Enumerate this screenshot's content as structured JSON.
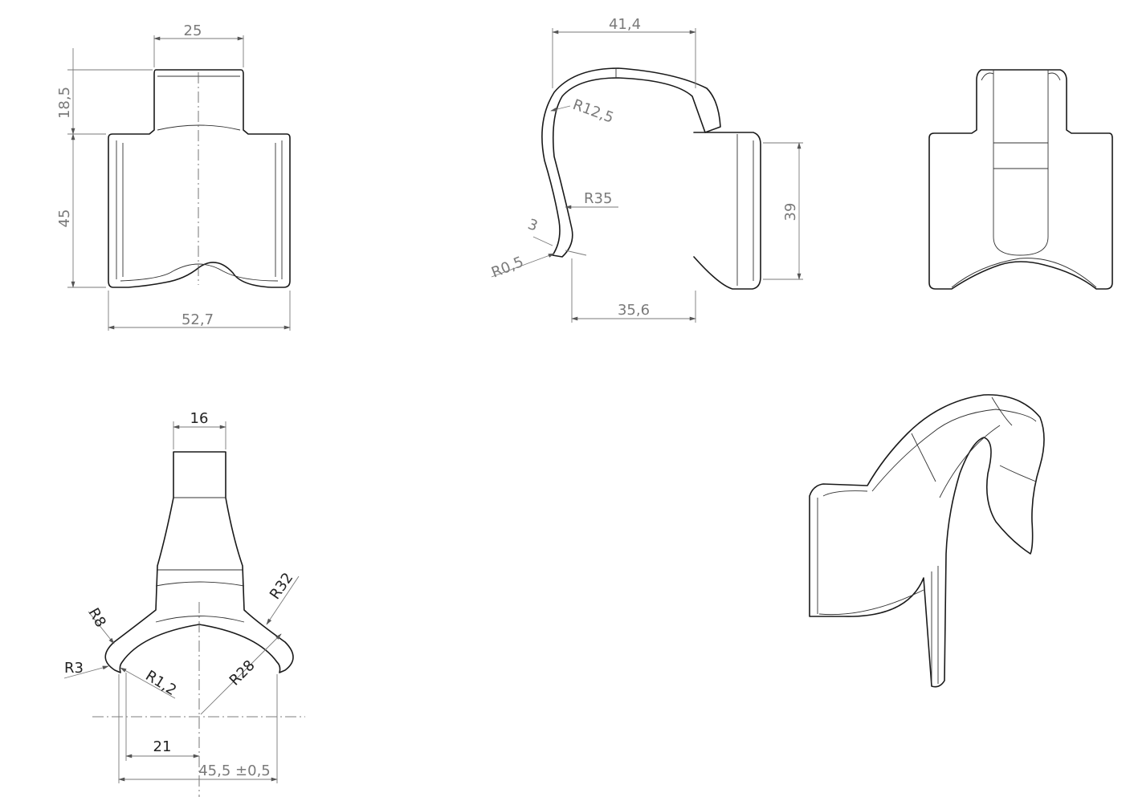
{
  "views": {
    "front": {
      "dims": {
        "top_width": "25",
        "tab_height": "18,5",
        "body_height": "45",
        "overall_width": "52,7"
      }
    },
    "side": {
      "dims": {
        "overall_width": "41,4",
        "bend_radius": "R12,5",
        "curve_radius": "R35",
        "thickness": "3",
        "tip_radius": "R0,5",
        "height": "39",
        "base_width": "35,6"
      }
    },
    "right": {},
    "bottom": {
      "dims": {
        "top_width": "16",
        "r8": "R8",
        "r32": "R32",
        "r3": "R3",
        "r1_2": "R1,2",
        "r28": "R28",
        "half_span": "21",
        "span": "45,5 ±0,5"
      }
    },
    "isometric": {}
  }
}
